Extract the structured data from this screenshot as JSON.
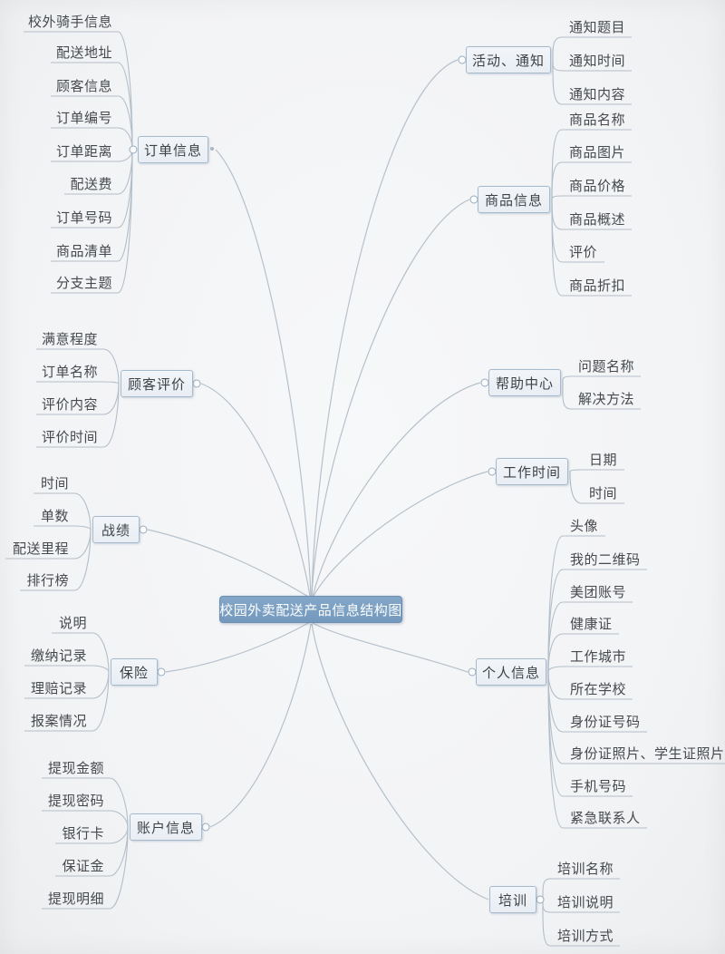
{
  "title": "校园外卖配送产品信息结构图",
  "branches": {
    "order_info": {
      "label": "订单信息",
      "children": [
        "校外骑手信息",
        "配送地址",
        "顾客信息",
        "订单编号",
        "订单距离",
        "配送费",
        "订单号码",
        "商品清单",
        "分支主题"
      ]
    },
    "customer_review": {
      "label": "顾客评价",
      "children": [
        "满意程度",
        "订单名称",
        "评价内容",
        "评价时间"
      ]
    },
    "performance": {
      "label": "战绩",
      "children": [
        "时间",
        "单数",
        "配送里程",
        "排行榜"
      ]
    },
    "insurance": {
      "label": "保险",
      "children": [
        "说明",
        "缴纳记录",
        "理赔记录",
        "报案情况"
      ]
    },
    "account_info": {
      "label": "账户信息",
      "children": [
        "提现金额",
        "提现密码",
        "银行卡",
        "保证金",
        "提现明细"
      ]
    },
    "activity_notice": {
      "label": "活动、通知",
      "children": [
        "通知题目",
        "通知时间",
        "通知内容"
      ]
    },
    "product_info": {
      "label": "商品信息",
      "children": [
        "商品名称",
        "商品图片",
        "商品价格",
        "商品概述",
        "评价",
        "商品折扣"
      ]
    },
    "help_center": {
      "label": "帮助中心",
      "children": [
        "问题名称",
        "解决方法"
      ]
    },
    "work_time": {
      "label": "工作时间",
      "children": [
        "日期",
        "时间"
      ]
    },
    "personal_info": {
      "label": "个人信息",
      "children": [
        "头像",
        "我的二维码",
        "美团账号",
        "健康证",
        "工作城市",
        "所在学校",
        "身份证号码",
        "身份证照片、学生证照片",
        "手机号码",
        "紧急联系人"
      ]
    },
    "training": {
      "label": "培训",
      "children": [
        "培训名称",
        "培训说明",
        "培训方式"
      ]
    }
  },
  "colors": {
    "center_bg": "#7ba0c3",
    "center_border": "#6b90b3",
    "center_text": "#ffffff",
    "node_bg": "#eef1f6",
    "node_border": "#a6bacd",
    "node_text": "#3d4246",
    "leaf_text": "#45494d",
    "line": "#b5c0ca",
    "background": "#f3f4f6"
  }
}
